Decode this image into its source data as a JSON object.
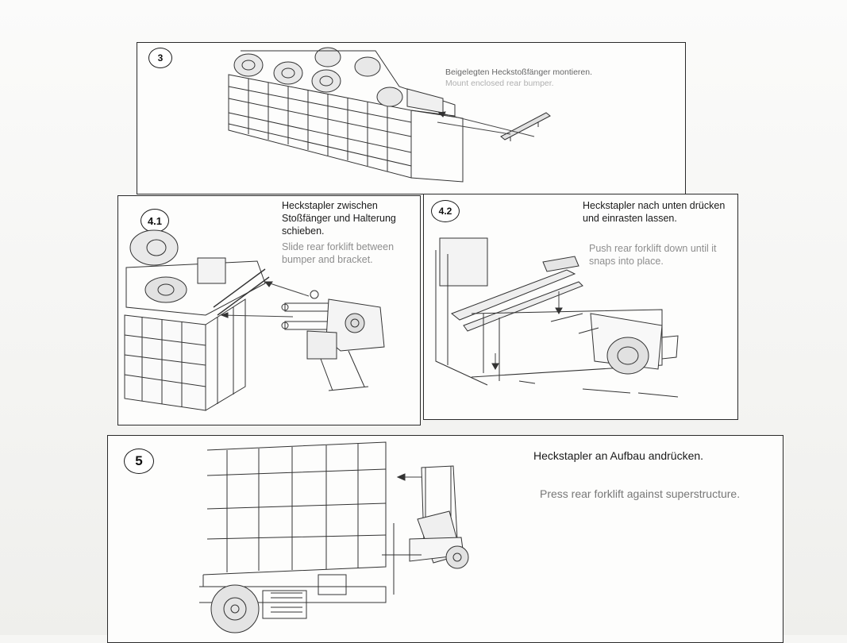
{
  "steps": [
    {
      "number": "3",
      "de": "Beigelegten Heckstoßfänger montieren.",
      "en": "Mount enclosed rear bumper."
    },
    {
      "number": "4.1",
      "de": "Heckstapler zwischen Stoßfänger und Halterung schieben.",
      "en": "Slide rear forklift between bumper and bracket."
    },
    {
      "number": "4.2",
      "de": "Heckstapler nach unten drücken und einrasten lassen.",
      "en": "Push rear forklift down until it snaps into place."
    },
    {
      "number": "5",
      "de": "Heckstapler an Aufbau andrücken.",
      "en": "Press rear forklift against superstructure."
    }
  ]
}
